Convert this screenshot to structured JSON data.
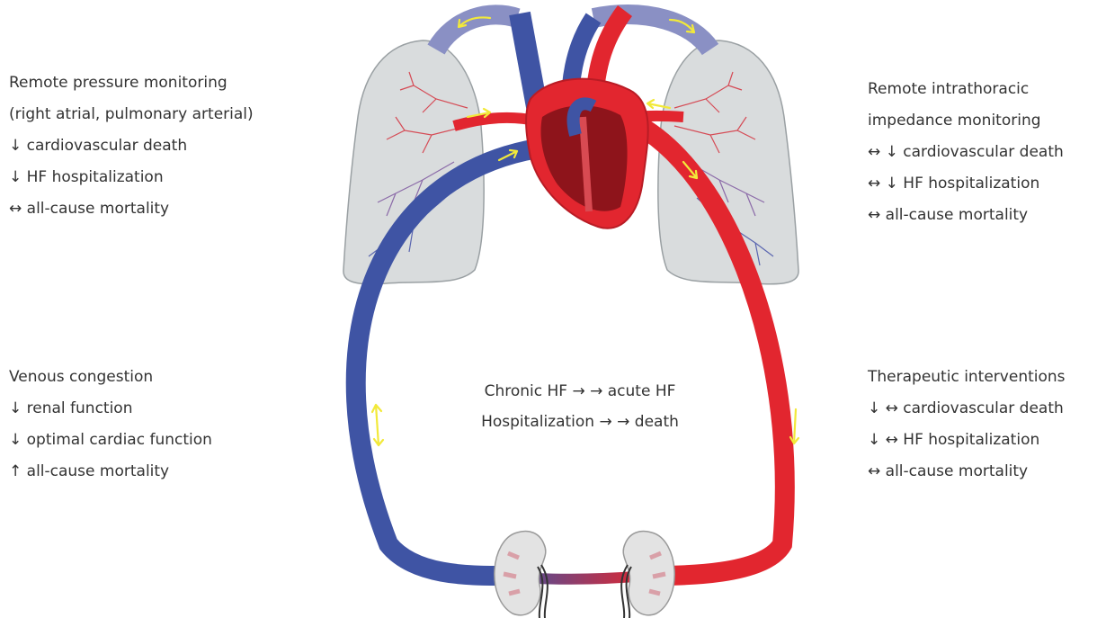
{
  "blocks": {
    "top_left": {
      "lines": [
        "Remote pressure monitoring",
        "(right atrial, pulmonary arterial)",
        "↓ cardiovascular death",
        "↓ HF hospitalization",
        "↔ all-cause mortality"
      ]
    },
    "top_right": {
      "lines": [
        "Remote intrathoracic",
        "impedance monitoring",
        "↔ ↓ cardiovascular death",
        "↔ ↓ HF hospitalization",
        "↔ all-cause mortality"
      ]
    },
    "bottom_left": {
      "lines": [
        "Venous congestion",
        "↓ renal function",
        "↓ optimal cardiac function",
        "↑ all-cause mortality"
      ]
    },
    "bottom_right": {
      "lines": [
        "Therapeutic interventions",
        "↓ ↔ cardiovascular death",
        "↓ ↔ HF hospitalization",
        "↔ all-cause mortality"
      ]
    },
    "center": {
      "lines": [
        "Chronic HF → → acute HF",
        "Hospitalization → → death"
      ]
    }
  },
  "colors": {
    "venous_blue": "#3f54a4",
    "arterial_red": "#e2262f",
    "lung_fill": "#d9dcdd",
    "flow_arrow": "#f2e93a",
    "heart_red": "#c8232c",
    "kidney_fill": "#e3e3e3"
  }
}
